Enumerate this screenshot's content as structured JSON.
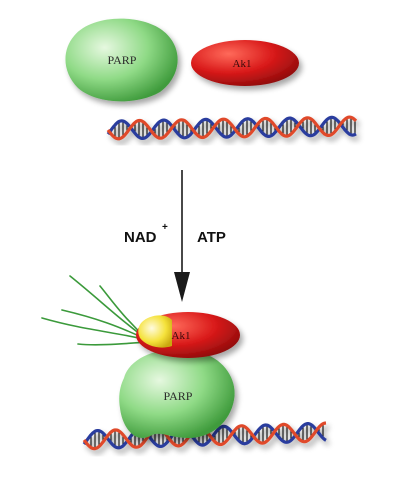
{
  "top": {
    "parp_label": "PARP",
    "akt_label": "Ak1"
  },
  "arrow": {
    "left_label": "NAD",
    "left_superscript": "+",
    "right_label": "ATP"
  },
  "bottom": {
    "akt_label": "Ak1",
    "parp_label": "PARP"
  },
  "colors": {
    "parp_green": "#6fcf6a",
    "parp_light": "#d7f5d2",
    "akt_red": "#d91a1a",
    "dna_blue": "#2c3e9e",
    "dna_red": "#e04a2a",
    "par_chain_green": "#3b9a3b",
    "phospho_yellow": "#f5e23b"
  }
}
